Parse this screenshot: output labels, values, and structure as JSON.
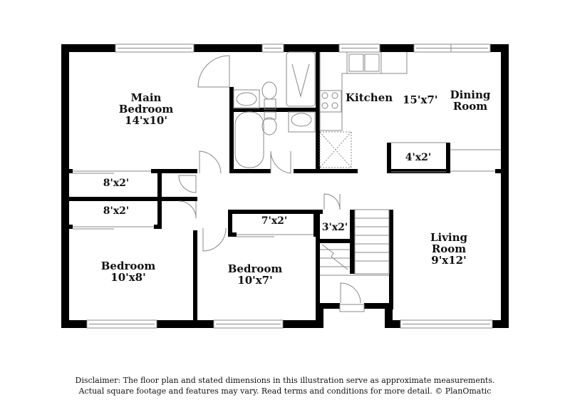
{
  "floor_plan": {
    "rooms": [
      {
        "id": "main-bedroom",
        "name_line1": "Main",
        "name_line2": "Bedroom",
        "dimensions": "14'x10'"
      },
      {
        "id": "kitchen",
        "name": "Kitchen",
        "dimensions": "15'x7'"
      },
      {
        "id": "dining-room",
        "name_line1": "Dining",
        "name_line2": "Room"
      },
      {
        "id": "living-room",
        "name_line1": "Living",
        "name_line2": "Room",
        "dimensions": "9'x12'"
      },
      {
        "id": "bedroom-left",
        "name": "Bedroom",
        "dimensions": "10'x8'"
      },
      {
        "id": "bedroom-middle",
        "name": "Bedroom",
        "dimensions": "10'x7'"
      }
    ],
    "closets": [
      {
        "id": "closet-upper-left",
        "dimensions": "8'x2'"
      },
      {
        "id": "closet-lower-left",
        "dimensions": "8'x2'"
      },
      {
        "id": "closet-bedroom-middle",
        "dimensions": "7'x2'"
      },
      {
        "id": "closet-hall",
        "dimensions": "3'x2'"
      },
      {
        "id": "closet-dining",
        "dimensions": "4'x2'"
      }
    ],
    "colors": {
      "wall": "#000000",
      "fixture": "#888888",
      "background": "#ffffff"
    }
  },
  "disclaimer": {
    "line1": "Disclaimer: The floor plan and stated dimensions in this illustration serve as approximate measurements.",
    "line2": "Actual square footage and features may vary. Read terms and conditions for more detail. © PlanOmatic"
  }
}
